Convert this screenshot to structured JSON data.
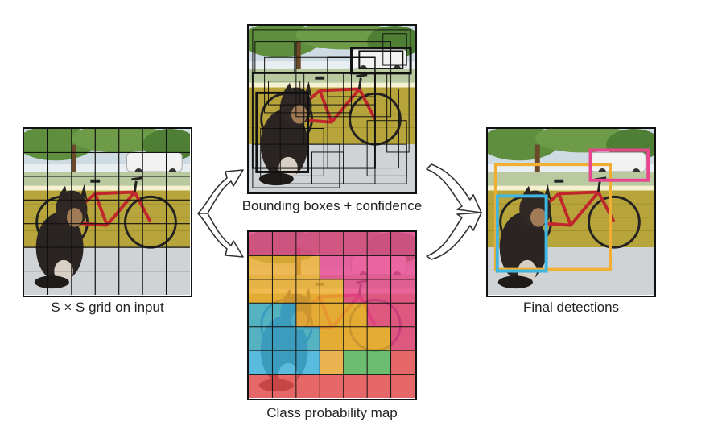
{
  "captions": {
    "input": "S × S grid on input",
    "boxes": "Bounding boxes + confidence",
    "class_map": "Class probability map",
    "final": "Final detections"
  },
  "grid_size": 7,
  "class_colors": {
    "magenta": "#e8478f",
    "yellow": "#f0ae32",
    "cyan": "#3fb7e0",
    "green": "#58b95b",
    "red": "#ec4f4f"
  },
  "class_probability_grid": [
    [
      "magenta",
      "magenta",
      "magenta",
      "magenta",
      "magenta",
      "magenta",
      "magenta"
    ],
    [
      "yellow",
      "yellow",
      "yellow",
      "magenta",
      "magenta",
      "magenta",
      "magenta"
    ],
    [
      "yellow",
      "yellow",
      "yellow",
      "yellow",
      "magenta",
      "magenta",
      "magenta"
    ],
    [
      "cyan",
      "cyan",
      "yellow",
      "yellow",
      "yellow",
      "magenta",
      "magenta"
    ],
    [
      "cyan",
      "cyan",
      "cyan",
      "yellow",
      "yellow",
      "yellow",
      "magenta"
    ],
    [
      "cyan",
      "cyan",
      "cyan",
      "yellow",
      "green",
      "green",
      "red"
    ],
    [
      "red",
      "red",
      "red",
      "red",
      "red",
      "red",
      "red"
    ]
  ],
  "detections": [
    {
      "object": "dog",
      "color": "#3fb7e0"
    },
    {
      "object": "bicycle",
      "color": "#f0ae32"
    },
    {
      "object": "car",
      "color": "#e8478f"
    }
  ]
}
